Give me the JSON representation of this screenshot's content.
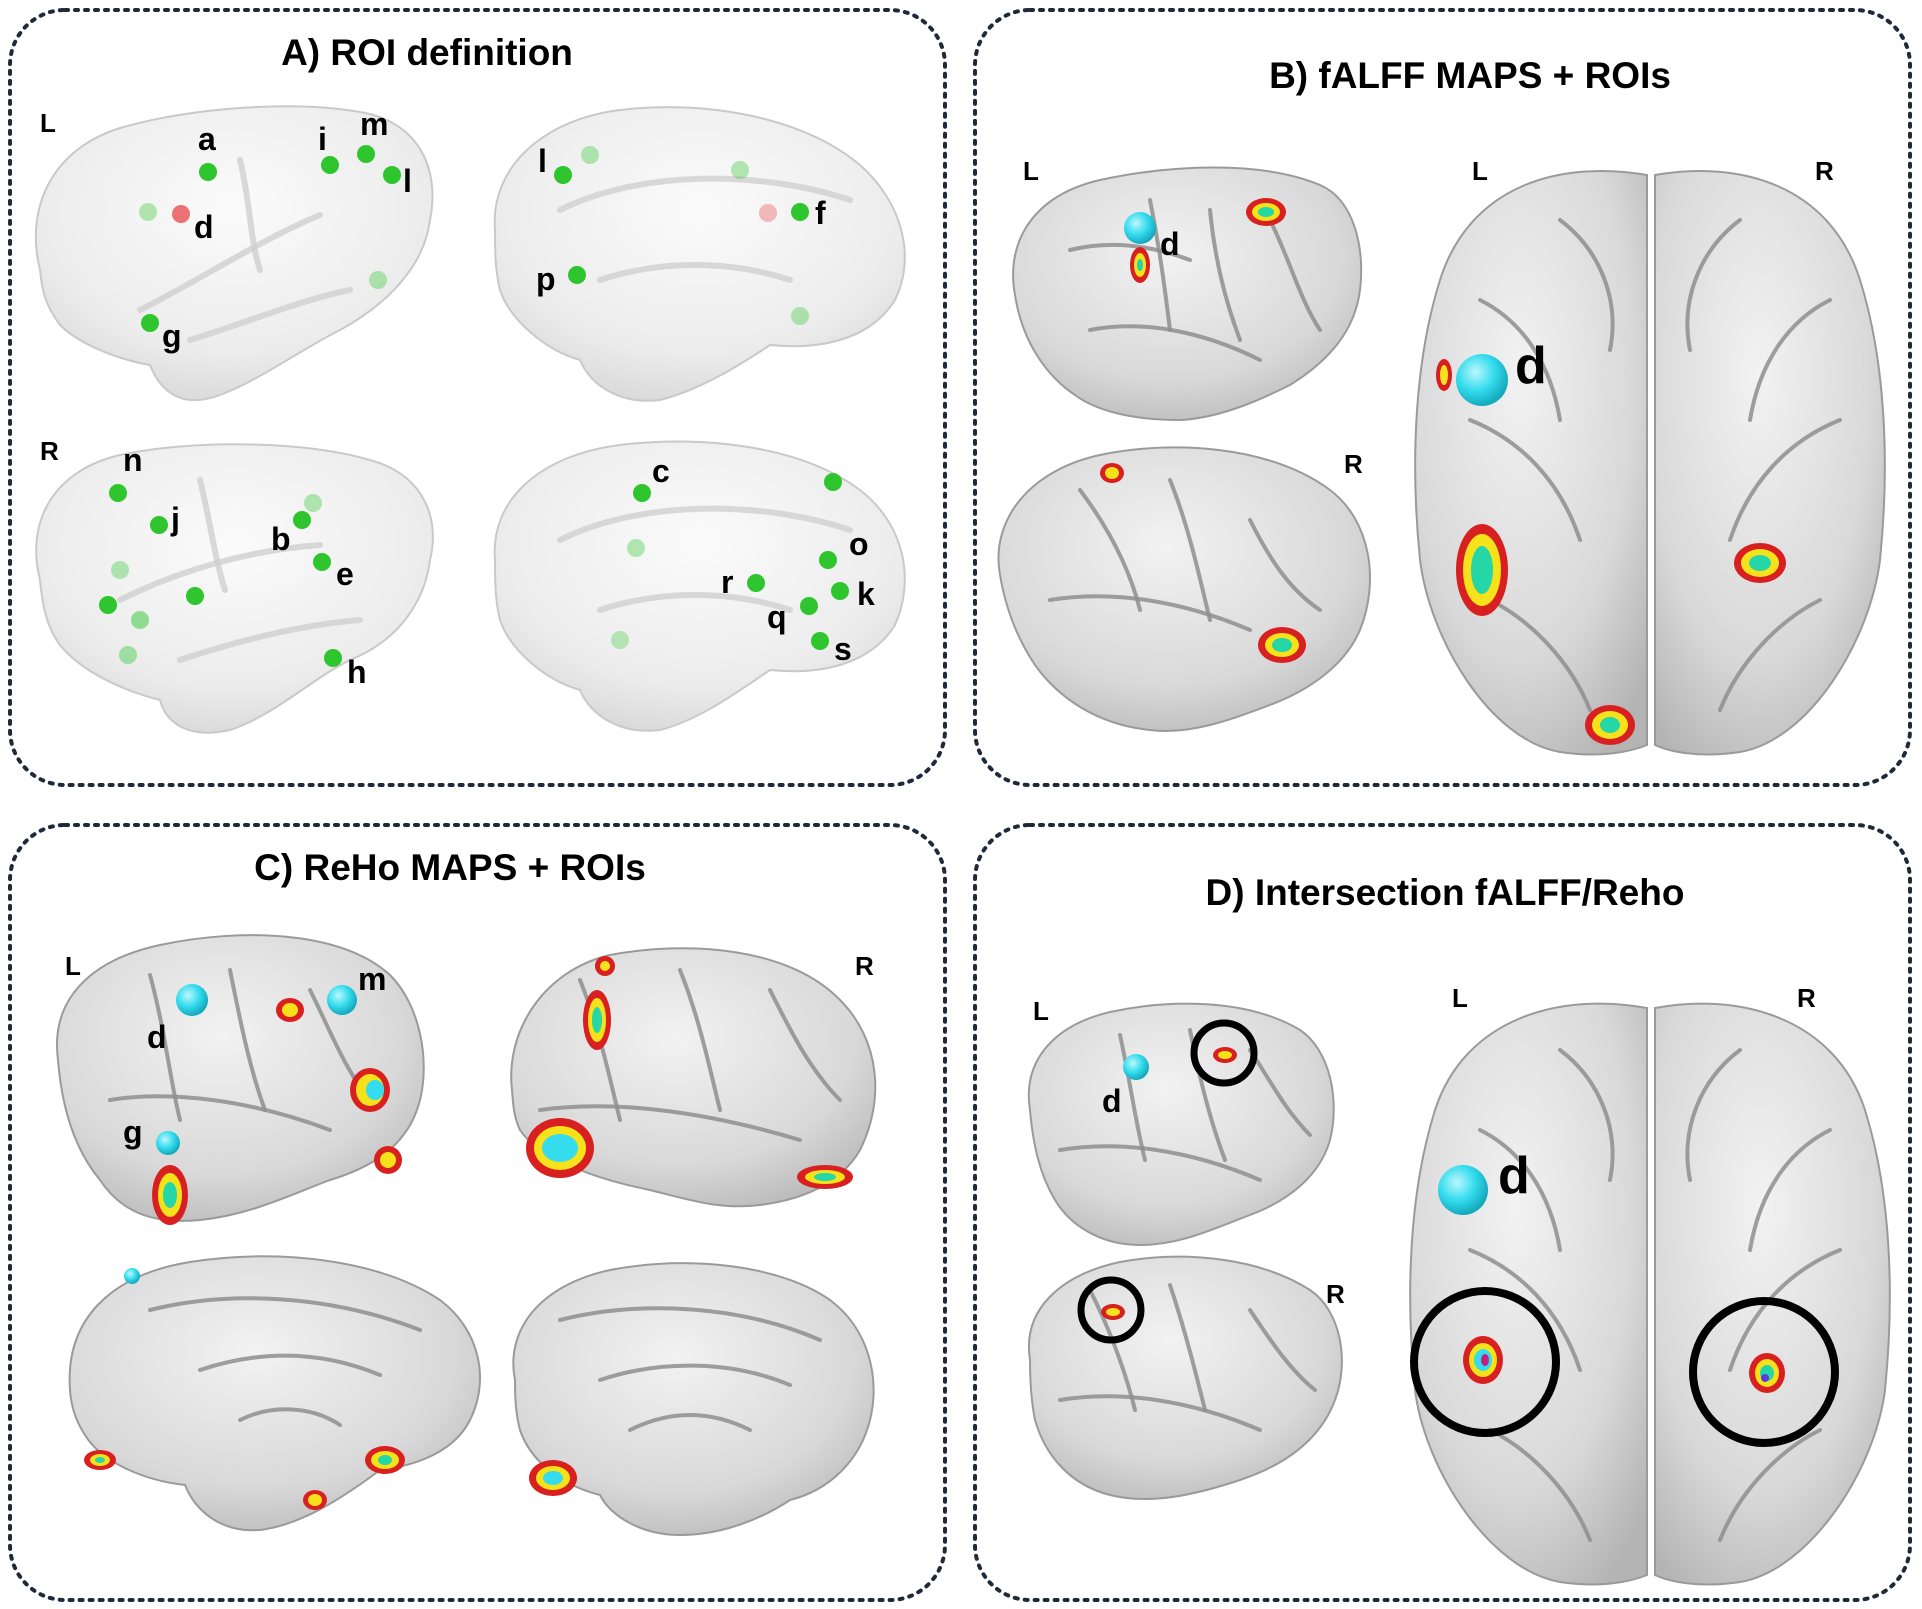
{
  "colors": {
    "roi_dot": "#2ec52e",
    "roi_dot_highlight": "#e64545",
    "roi_sphere": "#34dcee",
    "activation_outer": "#d92020",
    "activation_mid": "#f5e21b",
    "activation_inner": "#25d6a6",
    "panel_border": "#1e2a3a"
  },
  "panels": {
    "A": {
      "title": "A) ROI definition",
      "side_L": "L",
      "side_R": "R",
      "roi_labels": [
        "a",
        "d",
        "g",
        "i",
        "m",
        "l",
        "l",
        "f",
        "p",
        "n",
        "j",
        "b",
        "e",
        "h",
        "c",
        "o",
        "r",
        "k",
        "q",
        "s"
      ]
    },
    "B": {
      "title": "B) fALFF MAPS + ROIs",
      "side_L_lateral": "L",
      "side_R_lateral": "R",
      "side_L_top": "L",
      "side_R_top": "R",
      "roi_label_small": "d",
      "roi_label_big": "d"
    },
    "C": {
      "title": "C) ReHo MAPS + ROIs",
      "side_L": "L",
      "side_R": "R",
      "roi_labels": [
        "d",
        "m",
        "g"
      ]
    },
    "D": {
      "title": "D) Intersection fALFF/Reho",
      "side_L_lateral": "L",
      "side_R_lateral": "R",
      "side_L_top": "L",
      "side_R_top": "R",
      "roi_label_small": "d",
      "roi_label_big": "d"
    }
  }
}
